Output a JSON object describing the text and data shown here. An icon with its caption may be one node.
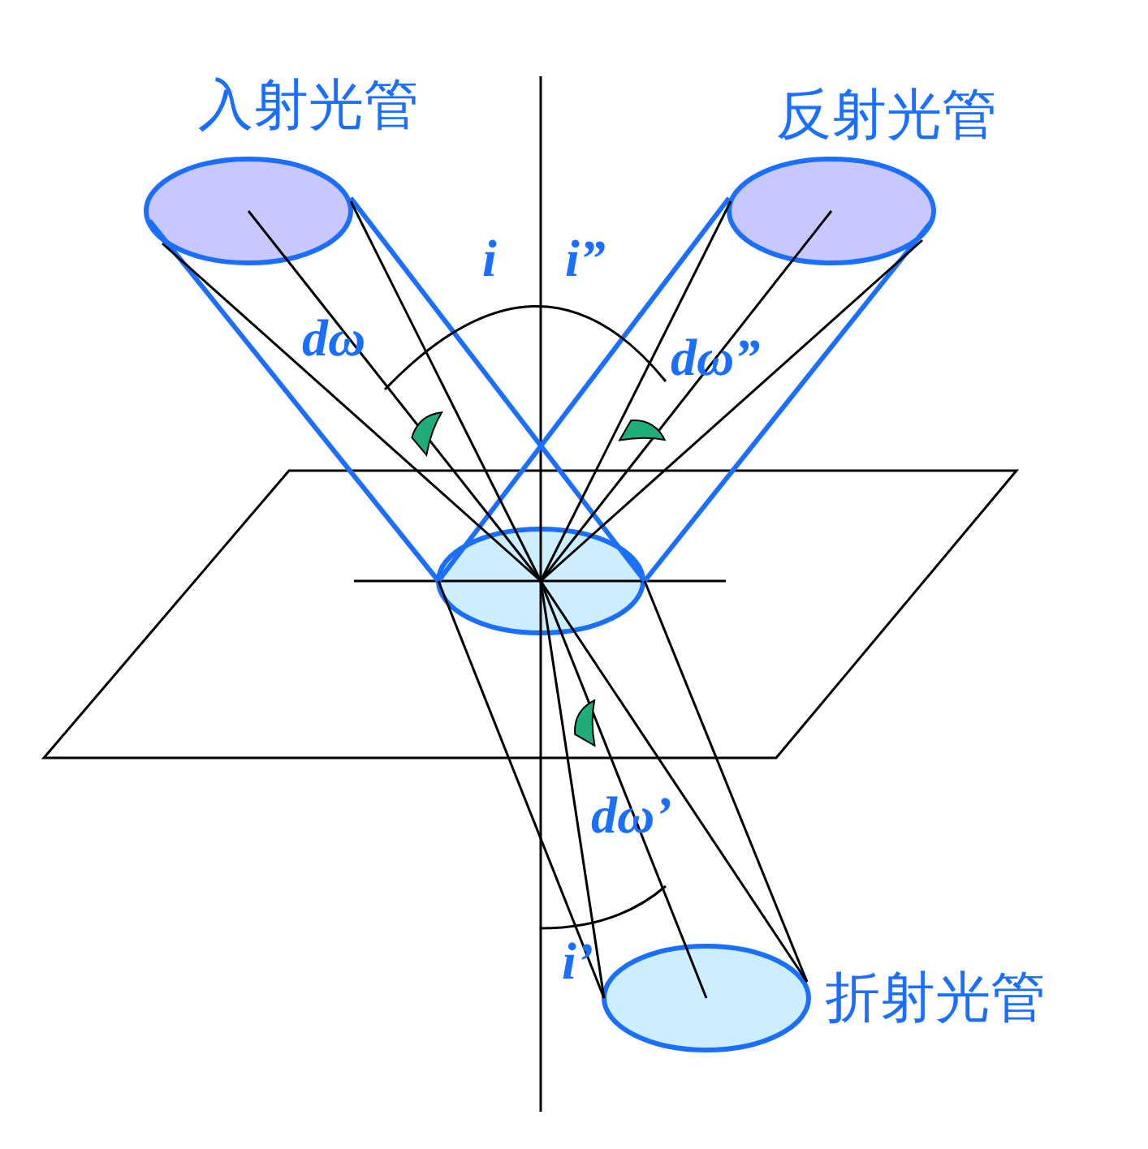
{
  "diagram": {
    "nodes": [
      {
        "text": [
          "入射光管"
        ]
      },
      {
        "text": [
          "反射光管"
        ]
      },
      {
        "text": [],
        "shape": "ellipse"
      },
      {
        "text": [
          "折射光管"
        ]
      }
    ],
    "labels": [
      "i",
      "i”",
      "dω",
      "dω”",
      "dω’",
      "i’"
    ]
  }
}
